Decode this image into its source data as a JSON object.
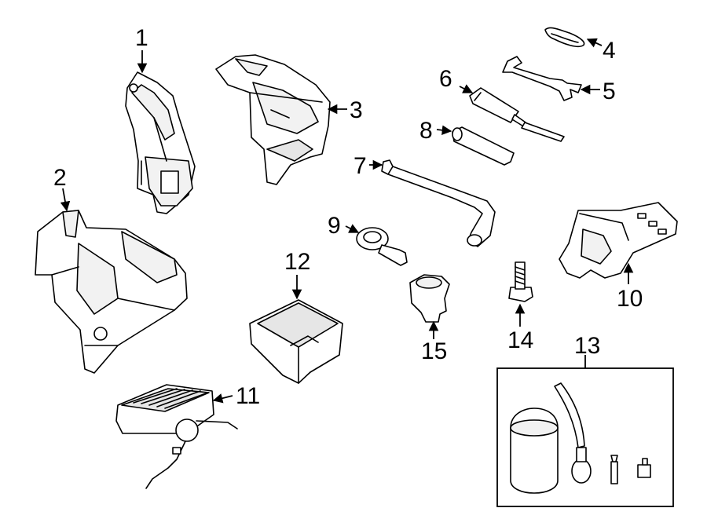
{
  "diagram": {
    "callouts": [
      {
        "id": "1",
        "label": "1"
      },
      {
        "id": "2",
        "label": "2"
      },
      {
        "id": "3",
        "label": "3"
      },
      {
        "id": "4",
        "label": "4"
      },
      {
        "id": "5",
        "label": "5"
      },
      {
        "id": "6",
        "label": "6"
      },
      {
        "id": "7",
        "label": "7"
      },
      {
        "id": "8",
        "label": "8"
      },
      {
        "id": "9",
        "label": "9"
      },
      {
        "id": "10",
        "label": "10"
      },
      {
        "id": "11",
        "label": "11"
      },
      {
        "id": "12",
        "label": "12"
      },
      {
        "id": "13",
        "label": "13"
      },
      {
        "id": "14",
        "label": "14"
      },
      {
        "id": "15",
        "label": "15"
      }
    ]
  },
  "colors": {
    "line": "#000000",
    "background": "#ffffff",
    "fill": "#ffffff",
    "shade": "#e6e6e6"
  }
}
